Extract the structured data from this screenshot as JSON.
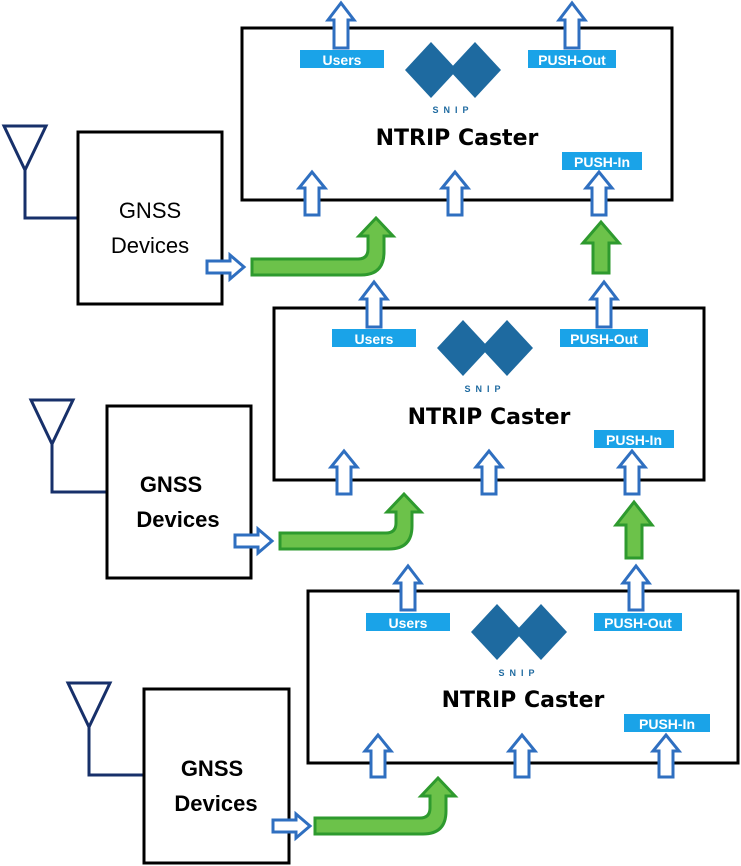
{
  "colors": {
    "tag_bg": "#1aa3e8",
    "logo": "#1e6aa0",
    "outline_arrow": "#2f6fc0",
    "green": "#6cc24a",
    "green_edge": "#2e9a2e",
    "antenna": "#17306a"
  },
  "levels": [
    {
      "caster": {
        "title": "NTRIP Caster",
        "logo_text": "SNIP",
        "users": "Users",
        "push_out": "PUSH-Out",
        "push_in": "PUSH-In"
      },
      "gnss": {
        "line1": "GNSS",
        "line2": "Devices"
      }
    },
    {
      "caster": {
        "title": "NTRIP Caster",
        "logo_text": "SNIP",
        "users": "Users",
        "push_out": "PUSH-Out",
        "push_in": "PUSH-In"
      },
      "gnss": {
        "line1": "GNSS",
        "line2": "Devices"
      }
    },
    {
      "caster": {
        "title": "NTRIP Caster",
        "logo_text": "SNIP",
        "users": "Users",
        "push_out": "PUSH-Out",
        "push_in": "PUSH-In"
      },
      "gnss": {
        "line1": "GNSS",
        "line2": "Devices"
      }
    }
  ]
}
